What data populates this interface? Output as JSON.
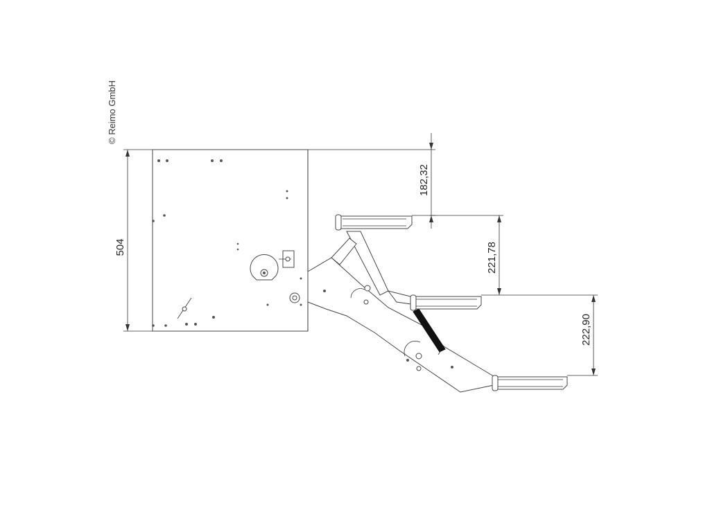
{
  "copyright": "© Reimo GmbH",
  "dimensions": {
    "height_total": "504",
    "top_to_step1": "182,32",
    "step1_to_step2": "221,78",
    "step2_to_step3": "222,90"
  },
  "colors": {
    "line": "#333333",
    "spring": "#111111"
  }
}
